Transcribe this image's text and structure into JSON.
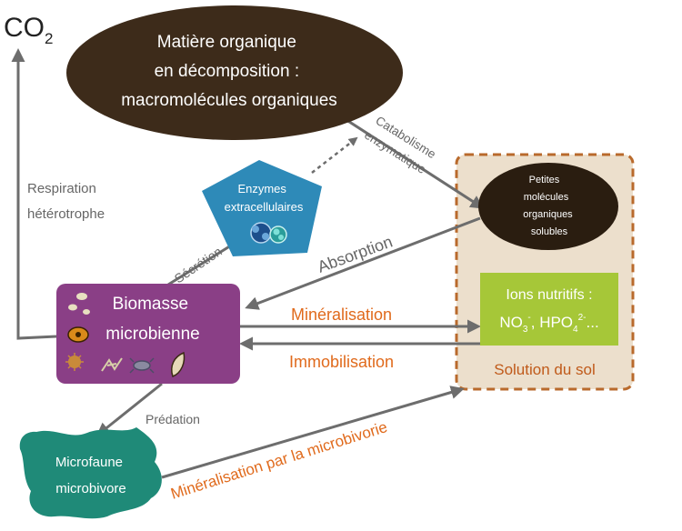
{
  "nodes": {
    "co2": {
      "main": "CO",
      "sub": "2"
    },
    "organic_matter": {
      "lines": [
        "Matière organique",
        "en décomposition :",
        "macromolécules organiques"
      ]
    },
    "enzymes": {
      "lines": [
        "Enzymes",
        "extracellulaires"
      ]
    },
    "small_molecules": {
      "lines": [
        "Petites",
        "molécules",
        "organiques",
        "solubles"
      ]
    },
    "biomass": {
      "lines": [
        "Biomasse",
        "microbienne"
      ]
    },
    "nutrients": {
      "title": "Ions nutritifs :",
      "no3": "NO",
      "no3_sub": "3",
      "no3_sup": "-",
      "sep": ", ",
      "hpo4": "HPO",
      "hpo4_sub": "4",
      "hpo4_sup": "2-",
      "ellipsis": "..."
    },
    "soil_solution": {
      "label": "Solution du sol"
    },
    "microfauna": {
      "lines": [
        "Microfaune",
        "microbivore"
      ]
    }
  },
  "labels": {
    "respiration": [
      "Respiration",
      "hétérotrophe"
    ],
    "catabolism": [
      "Catabolisme",
      "enzymatique"
    ],
    "secretion": "Sécrétion",
    "absorption": "Absorption",
    "mineralisation": "Minéralisation",
    "immobilisation": "Immobilisation",
    "predation": "Prédation",
    "mineralisation_microbivory": "Minéralisation par la microbivorie"
  },
  "colors": {
    "organic_matter": "#3d2b1a",
    "enzymes": "#2e8ab8",
    "biomass": "#8a3f86",
    "nutrients": "#a6c738",
    "soil_solution_fill": "#ecdfcc",
    "soil_solution_border": "#b96a2c",
    "microfauna": "#1f8a78",
    "arrow": "#6d6d6d",
    "orange_text": "#e06a1c"
  }
}
